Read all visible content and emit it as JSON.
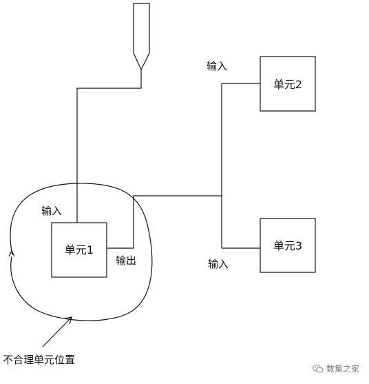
{
  "diagram": {
    "unit1": "单元1",
    "unit2": "单元2",
    "unit3": "单元3",
    "input_unit1": "输入",
    "input_unit2": "输入",
    "input_unit3": "输入",
    "output_unit1": "输出",
    "annotation": "不合理单元位置"
  },
  "watermark": {
    "text": "数集之家",
    "icon": "wechat-icon"
  }
}
